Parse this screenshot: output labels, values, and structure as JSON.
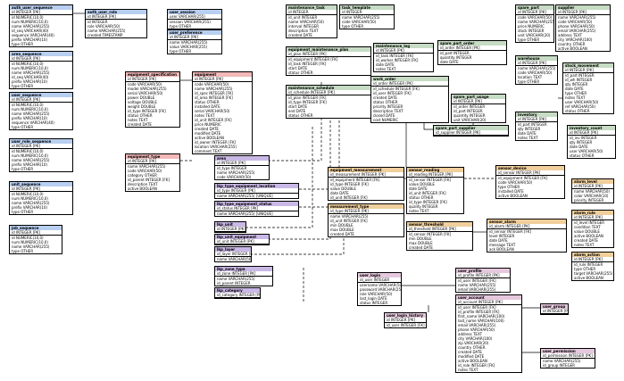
{
  "colors": {
    "blue": "#b8cff0",
    "red": "#f3b9b9",
    "purple": "#c9b8e6",
    "green": "#c6dcc4",
    "orange": "#f0cf9c",
    "pink": "#e6c8de"
  },
  "tables": [
    {
      "name": "auth_user_sequence",
      "color": "blue",
      "pk": "id INTEGER [PK]",
      "fields": [
        "id NUMERIC(10,0)",
        "num NUMERIC(10,0)",
        "name VARCHAR(255)",
        "id_seq VARCHAR(40)",
        "sequence VARCHAR(40)",
        "prefix VARCHAR(10)",
        "type OTHER"
      ]
    },
    {
      "name": "area_sequence",
      "color": "blue",
      "pk": "id INTEGER [PK]",
      "fields": [
        "id NUMERIC(10,0)",
        "num NUMERIC(10,0)",
        "name VARCHAR(255)",
        "id_seq VARCHAR(40)",
        "prefix VARCHAR(10)",
        "type OTHER"
      ]
    },
    {
      "name": "user_sequence",
      "color": "blue",
      "pk": "id INTEGER [PK]",
      "fields": [
        "id NUMERIC(10,0)",
        "num NUMERIC(10,0)",
        "name VARCHAR(255)",
        "prefix VARCHAR(10)",
        "sequence VARCHAR(40)",
        "type OTHER"
      ]
    },
    {
      "name": "user_role_sequence",
      "color": "blue",
      "pk": "id INTEGER [PK]",
      "fields": [
        "id NUMERIC(10,0)",
        "num NUMERIC(10,0)",
        "name VARCHAR(255)",
        "prefix VARCHAR(10)",
        "type OTHER"
      ]
    },
    {
      "name": "unit_sequence",
      "color": "blue",
      "pk": "id INTEGER [PK]",
      "fields": [
        "id NUMERIC(10,0)",
        "num NUMERIC(10,0)",
        "name VARCHAR(255)",
        "prefix VARCHAR(10)",
        "type OTHER"
      ]
    },
    {
      "name": "job_sequence",
      "color": "blue",
      "pk": "id INTEGER [PK]",
      "fields": [
        "id NUMERIC(10,0)",
        "num NUMERIC(10,0)",
        "name VARCHAR(255)",
        "type OTHER"
      ]
    },
    {
      "name": "auth_user_role",
      "color": "blue",
      "pk": "id INTEGER [PK]",
      "fields": [
        "id INTEGER",
        "role VARCHAR(50)",
        "name VARCHAR(255)",
        "created TIMESTAMP"
      ]
    },
    {
      "name": "user_session",
      "color": "blue",
      "pk": "user VARCHAR(255)",
      "fields": [
        "session VARCHAR(255)",
        "type OTHER"
      ]
    },
    {
      "name": "user_preference",
      "color": "blue",
      "pk": "id INTEGER [PK]",
      "fields": [
        "name VARCHAR(255)",
        "value VARCHAR(255)",
        "type OTHER"
      ]
    },
    {
      "name": "equipment_specification",
      "color": "red",
      "pk": "id INTEGER [PK]",
      "fields": [
        "code VARCHAR(50)",
        "model VARCHAR(255)",
        "serial VARCHAR(50)",
        "power DOUBLE",
        "voltage DOUBLE",
        "weight DOUBLE",
        "id_type INTEGER [FK]",
        "status OTHER",
        "notes TEXT",
        "created DATE"
      ]
    },
    {
      "name": "equipment_type",
      "color": "red",
      "pk": "id INTEGER [PK]",
      "fields": [
        "name VARCHAR(255)",
        "code VARCHAR(50)",
        "category OTHER",
        "id_parent INTEGER [FK]",
        "description TEXT",
        "active BOOLEAN"
      ]
    },
    {
      "name": "equipment",
      "color": "red",
      "pk": "id INTEGER [PK]",
      "fields": [
        "code VARCHAR(50)",
        "name VARCHAR(255)",
        "id_spec INTEGER [FK]",
        "id_area INTEGER [FK]",
        "status OTHER",
        "installed DATE",
        "serial VARCHAR(50)",
        "notes TEXT",
        "id_unit INTEGER [FK]",
        "price NUMERIC",
        "created DATE",
        "modified DATE",
        "active BOOLEAN",
        "id_owner INTEGER [FK]",
        "location VARCHAR(255)",
        "comment TEXT"
      ]
    },
    {
      "name": "area",
      "color": "purple",
      "pk": "id INTEGER [PK]",
      "fields": [
        "id_type INTEGER",
        "name VARCHAR(255)",
        "code VARCHAR(50)"
      ]
    },
    {
      "name": "lkp_type_equipment_location",
      "color": "purple",
      "pk": "id_type INTEGER [PK]",
      "fields": [
        "name VARCHAR(255) [UNIQUE]"
      ]
    },
    {
      "name": "lkp_type_equipment_status",
      "color": "purple",
      "pk": "id_status INTEGER [PK]",
      "fields": [
        "name VARCHAR(255) [UNIQUE]"
      ]
    },
    {
      "name": "lkp_unit",
      "color": "purple",
      "pk": "id INTEGER [PK]",
      "fields": []
    },
    {
      "name": "lkp_unit_equipment",
      "color": "purple",
      "pk": "id_unit INTEGER [PK]",
      "fields": []
    },
    {
      "name": "lkp_layer",
      "color": "purple",
      "pk": "id_layer INTEGER [PK]",
      "fields": [
        "name VARCHAR(50)"
      ]
    },
    {
      "name": "lkp_zone_type",
      "color": "purple",
      "pk": "id_zone INTEGER [PK]",
      "fields": [
        "name VARCHAR(255)",
        "id_parent INTEGER"
      ]
    },
    {
      "name": "lkp_category",
      "color": "purple",
      "pk": "id_category INTEGER [PK]",
      "fields": []
    },
    {
      "name": "maintenance_task",
      "color": "green",
      "pk": "id INTEGER",
      "fields": [
        "id_unit INTEGER",
        "name VARCHAR(50)",
        "interval INTEGER",
        "description TEXT",
        "created DATE"
      ]
    },
    {
      "name": "task_template",
      "color": "green",
      "pk": "id INTEGER",
      "fields": [
        "name VARCHAR(255)",
        "code VARCHAR(50)",
        "type OTHER"
      ]
    },
    {
      "name": "equipment_maintenance_plan",
      "color": "green",
      "pk": "id_plan INTEGER [PK]",
      "fields": [
        "id_equipment INTEGER [FK]",
        "id_task INTEGER [FK]",
        "start DATE",
        "status OTHER"
      ]
    },
    {
      "name": "maintenance_schedule",
      "color": "green",
      "pk": "id_schedule INTEGER [PK]",
      "fields": [
        "id_plan INTEGER [FK]",
        "id_type INTEGER [FK]",
        "start DATE",
        "end DATE",
        "status OTHER"
      ]
    },
    {
      "name": "maintenance_log",
      "color": "green",
      "pk": "id INTEGER [PK]",
      "fields": [
        "id_task INTEGER [FK]",
        "id_worker INTEGER [FK]",
        "date DATE",
        "notes TEXT"
      ]
    },
    {
      "name": "work_order",
      "color": "green",
      "pk": "id_order INTEGER [PK]",
      "fields": [
        "id_schedule INTEGER [FK]",
        "id_user INTEGER [FK]",
        "created DATE",
        "status OTHER",
        "priority INTEGER",
        "description TEXT",
        "closed DATE",
        "cost NUMERIC"
      ]
    },
    {
      "name": "spare_part_usage",
      "color": "green",
      "pk": "id INTEGER [PK]",
      "fields": [
        "id_order INTEGER",
        "id_part INTEGER",
        "quantity INTEGER",
        "unit VARCHAR(20)"
      ]
    },
    {
      "name": "spare_part_order",
      "color": "green",
      "pk": "id_order INTEGER [PK]",
      "fields": [
        "id_part INTEGER",
        "quantity INTEGER",
        "date DATE"
      ]
    },
    {
      "name": "spare_part_supplier",
      "color": "green",
      "pk": "id_supplier INTEGER [PK]",
      "fields": []
    },
    {
      "name": "spare_part",
      "color": "green",
      "pk": "id INTEGER [PK]",
      "fields": [
        "code VARCHAR(50)",
        "name VARCHAR(255)",
        "price NUMERIC",
        "stock INTEGER",
        "unit VARCHAR(20)",
        "type OTHER"
      ]
    },
    {
      "name": "supplier",
      "color": "green",
      "pk": "id INTEGER [PK]",
      "fields": [
        "name VARCHAR(255)",
        "code VARCHAR(50)",
        "phone VARCHAR(50)",
        "email VARCHAR(255)",
        "address TEXT",
        "city VARCHAR(100)",
        "country OTHER",
        "active BOOLEAN"
      ]
    },
    {
      "name": "warehouse",
      "color": "green",
      "pk": "id INTEGER [PK]",
      "fields": [
        "name VARCHAR(255)",
        "code VARCHAR(50)",
        "location TEXT",
        "type OTHER"
      ]
    },
    {
      "name": "stock_movement",
      "color": "green",
      "pk": "id INTEGER [PK]",
      "fields": [
        "id_part INTEGER",
        "id_wh INTEGER",
        "qty INTEGER",
        "date DATE",
        "type OTHER",
        "notes TEXT",
        "user VARCHAR(50)",
        "ref VARCHAR(50)",
        "status OTHER"
      ]
    },
    {
      "name": "inventory",
      "color": "green",
      "pk": "id INTEGER [PK]",
      "fields": [
        "id_part INTEGER",
        "qty INTEGER",
        "date DATE",
        "notes TEXT"
      ]
    },
    {
      "name": "inventory_count",
      "color": "green",
      "pk": "id INTEGER [PK]",
      "fields": [
        "id_inv INTEGER",
        "qty INTEGER",
        "date DATE",
        "user VARCHAR(50)",
        "status OTHER"
      ]
    },
    {
      "name": "equipment_measurement",
      "color": "orange",
      "pk": "id_measurement INTEGER [PK]",
      "fields": [
        "id_equipment INTEGER [FK]",
        "id_type INTEGER [FK]",
        "value DOUBLE",
        "date DATE",
        "id_unit INTEGER [FK]"
      ]
    },
    {
      "name": "measurement_type",
      "color": "orange",
      "pk": "id_type INTEGER [PK]",
      "fields": [
        "name VARCHAR(255)",
        "id_unit INTEGER [FK]",
        "min DOUBLE",
        "max DOUBLE",
        "created DATE"
      ]
    },
    {
      "name": "sensor_reading",
      "color": "orange",
      "pk": "id_reading INTEGER [PK]",
      "fields": [
        "id_sensor INTEGER [FK]",
        "value DOUBLE",
        "date DATE",
        "id_unit INTEGER [FK]",
        "status OTHER",
        "id_type INTEGER [FK]",
        "quality INTEGER",
        "notes TEXT"
      ]
    },
    {
      "name": "sensor_threshold",
      "color": "orange",
      "pk": "id_threshold INTEGER [PK]",
      "fields": [
        "id_sensor INTEGER [FK]",
        "min DOUBLE",
        "max DOUBLE",
        "created DATE"
      ]
    },
    {
      "name": "sensor_device",
      "color": "orange",
      "pk": "id_sensor INTEGER [PK]",
      "fields": [
        "id_equipment INTEGER [FK]",
        "code VARCHAR(50)",
        "type OTHER",
        "installed DATE",
        "active BOOLEAN"
      ]
    },
    {
      "name": "sensor_alarm",
      "color": "orange",
      "pk": "id_alarm INTEGER [PK]",
      "fields": [
        "id_sensor INTEGER [FK]",
        "level INTEGER",
        "date DATE",
        "message TEXT",
        "ack BOOLEAN"
      ]
    },
    {
      "name": "alarm_level",
      "color": "orange",
      "pk": "id INTEGER [PK]",
      "fields": [
        "name VARCHAR(50)",
        "color VARCHAR(10)",
        "priority INTEGER"
      ]
    },
    {
      "name": "alarm_rule",
      "color": "orange",
      "pk": "id INTEGER [PK]",
      "fields": [
        "id_level INTEGER",
        "condition TEXT",
        "value DOUBLE",
        "active BOOLEAN",
        "created DATE",
        "notes TEXT"
      ]
    },
    {
      "name": "alarm_action",
      "color": "orange",
      "pk": "id INTEGER [PK]",
      "fields": [
        "id_rule INTEGER",
        "type OTHER",
        "target VARCHAR(255)",
        "active BOOLEAN"
      ]
    },
    {
      "name": "user_login",
      "color": "pink",
      "pk": "id_user INTEGER",
      "fields": [
        "username VARCHAR(50)",
        "password VARCHAR(255)",
        "role VARCHAR(50)",
        "last_login DATE",
        "status INTEGER"
      ]
    },
    {
      "name": "user_login_history",
      "color": "pink",
      "pk": "id INTEGER [PK]",
      "fields": [
        "id_user INTEGER [FK]"
      ]
    },
    {
      "name": "user_profile",
      "color": "pink",
      "pk": "id_profile INTEGER [PK]",
      "fields": [
        "id_user INTEGER [FK]",
        "name VARCHAR(255)",
        "email VARCHAR(255)"
      ]
    },
    {
      "name": "user_account",
      "color": "pink",
      "pk": "id_account INTEGER [PK]",
      "fields": [
        "id_user INTEGER [FK]",
        "id_profile INTEGER [FK]",
        "first_name VARCHAR(100)",
        "last_name VARCHAR(100)",
        "email VARCHAR(255)",
        "phone VARCHAR(50)",
        "address TEXT",
        "city VARCHAR(100)",
        "zip VARCHAR(20)",
        "country OTHER",
        "created DATE",
        "modified DATE",
        "active BOOLEAN",
        "id_role INTEGER [FK]",
        "notes TEXT"
      ]
    },
    {
      "name": "user_group",
      "color": "pink",
      "pk": "id INTEGER [PK]",
      "fields": []
    },
    {
      "name": "user_permission",
      "color": "pink",
      "pk": "id_permission INTEGER [PK]",
      "fields": [
        "name VARCHAR(255)",
        "id_group INTEGER"
      ]
    }
  ]
}
